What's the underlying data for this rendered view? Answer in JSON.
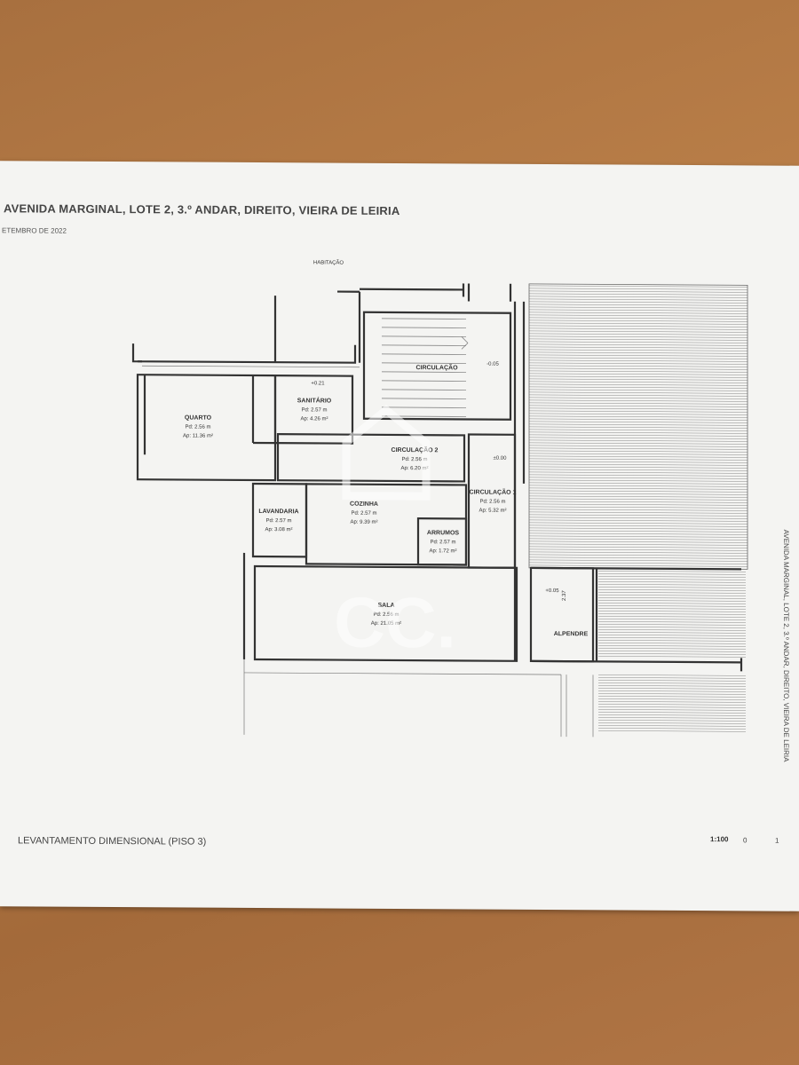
{
  "header": {
    "title": "AVENIDA MARGINAL, LOTE 2, 3.º ANDAR, DIREITO, VIEIRA DE LEIRIA",
    "date": "ETEMBRO DE 2022"
  },
  "plan": {
    "top_label": "HABITAÇÃO",
    "rooms": [
      {
        "id": "quarto",
        "name": "QUARTO",
        "pd": "Pd: 2.56 m",
        "ap": "Ap: 11.36 m²"
      },
      {
        "id": "sanitario",
        "name": "SANITÁRIO",
        "pd": "Pd: 2.57 m",
        "ap": "Ap: 4.26 m²"
      },
      {
        "id": "circulacao",
        "name": "CIRCULAÇÃO"
      },
      {
        "id": "circulacao2",
        "name": "CIRCULAÇÃO 2",
        "pd": "Pd: 2.56 m",
        "ap": "Ap: 6.20 m²"
      },
      {
        "id": "circulacao1",
        "name": "CIRCULAÇÃO 1",
        "pd": "Pd: 2.56 m",
        "ap": "Ap: 5.32 m²"
      },
      {
        "id": "lavandaria",
        "name": "LAVANDARIA",
        "pd": "Pd: 2.57 m",
        "ap": "Ap: 3.08 m²"
      },
      {
        "id": "cozinha",
        "name": "COZINHA",
        "pd": "Pd: 2.57 m",
        "ap": "Ap: 9.39 m²"
      },
      {
        "id": "arrumos",
        "name": "ARRUMOS",
        "pd": "Pd: 2.57 m",
        "ap": "Ap: 1.72 m²"
      },
      {
        "id": "sala",
        "name": "SALA",
        "pd": "Pd: 2.56 m",
        "ap": "Ap: 21.05 m²"
      },
      {
        "id": "alpendre",
        "name": "ALPENDRE"
      }
    ],
    "levels": {
      "sanitario": "+0.21",
      "circulacao": "-0.05",
      "circulacao1": "±0.00",
      "alpendre": "+0.05",
      "alpendre_height": "2.37"
    }
  },
  "footer": {
    "label": "LEVANTAMENTO DIMENSIONAL (PISO 3)",
    "scale": "1:100",
    "scale_zero": "0",
    "scale_one": "1",
    "side_text": "AVENIDA MARGINAL, LOTE 2, 3.º ANDAR, DIREITO, VIEIRA DE LEIRIA"
  },
  "watermark": {
    "text": "CC."
  }
}
